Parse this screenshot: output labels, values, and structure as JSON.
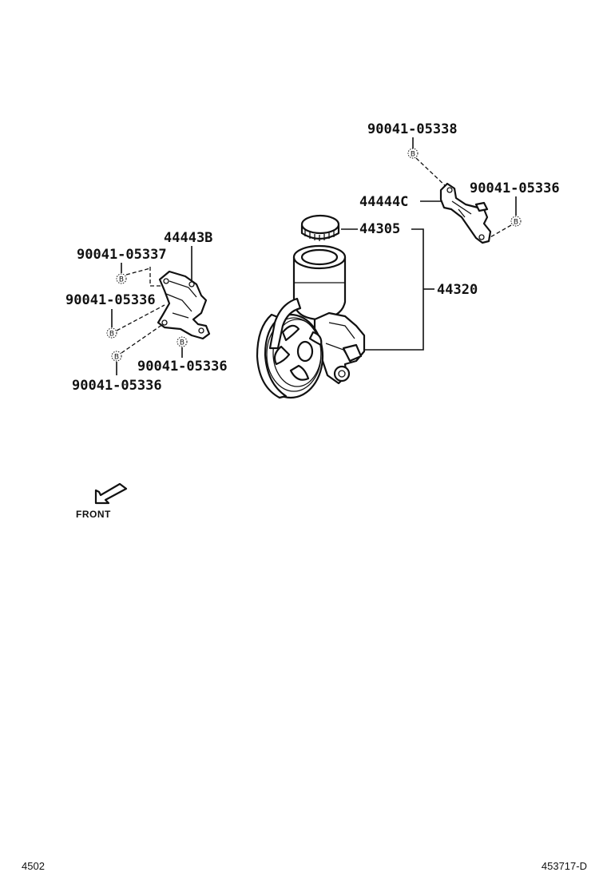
{
  "diagram": {
    "labels": {
      "bolt_top": "90041-05338",
      "bracket_c": "44444C",
      "bolt_bracket_c": "90041-05336",
      "cap": "44305",
      "pump_assy": "44320",
      "bracket_b": "44443B",
      "bolt_upper_left": "90041-05337",
      "bolt_mid_left": "90041-05336",
      "bolt_lower_right": "90041-05336",
      "bolt_lower_left": "90041-05336"
    },
    "bolt_marker": "B",
    "front_label": "FRONT"
  },
  "footer": {
    "page_code": "4502",
    "illustration_id": "453717-D"
  }
}
